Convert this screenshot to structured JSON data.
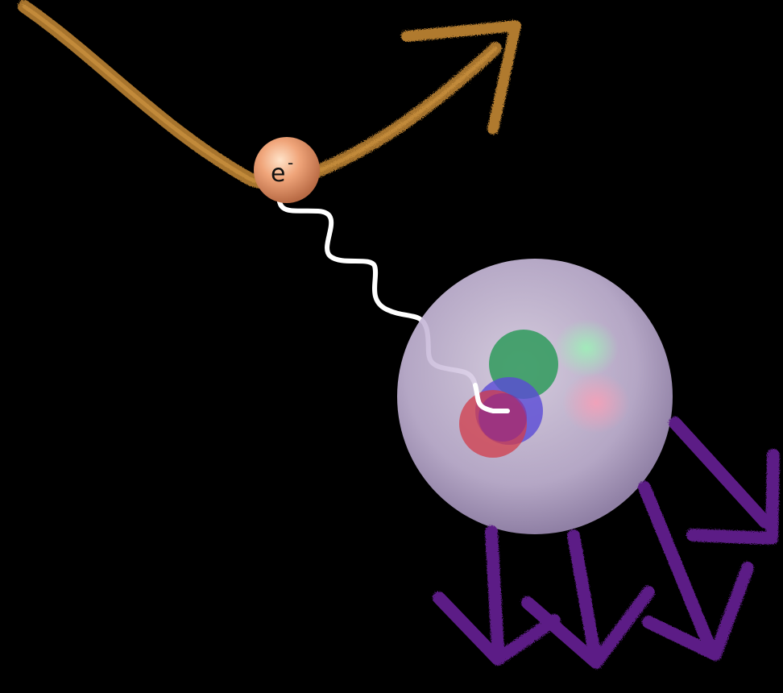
{
  "particle_label": "e",
  "particle_charge": "-",
  "colors": {
    "background": "#000000",
    "electron_path": "#b07a2e",
    "electron_ball": "#e8a070",
    "photon": "#ffffff",
    "proton": "#c9b8dc",
    "quark_red": "#d23c4a",
    "quark_green": "#2f9a5c",
    "quark_blue": "#5a4bd6",
    "fragments": "#5c1f86"
  },
  "icons": [
    "electron-ball",
    "photon-wave",
    "proton-sphere",
    "quark-red",
    "quark-green",
    "quark-blue",
    "fragment-arrow"
  ]
}
